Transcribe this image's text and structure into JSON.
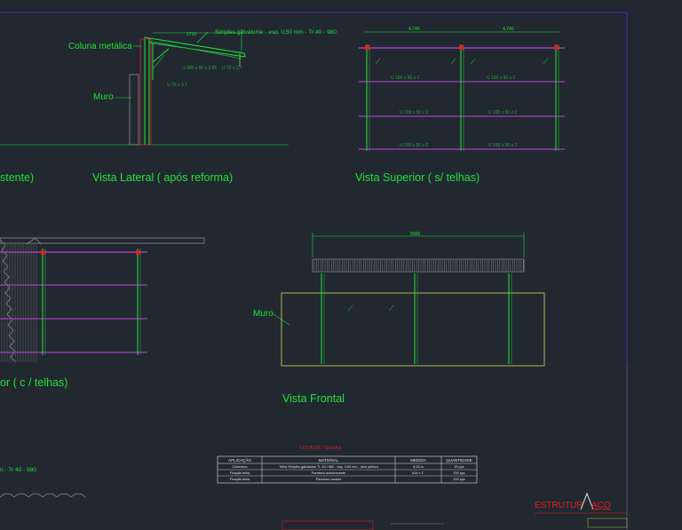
{
  "colors": {
    "background": "#212830",
    "primary_green": "#22e03a",
    "dim_green": "#1fa838",
    "magenta": "#a33dbd",
    "frame_purple": "#5a2ab0",
    "red": "#e02020",
    "white": "#e6e6e6",
    "gray": "#8a8a8a",
    "yellow": "#e6e64a",
    "blue_text": "#3a7be0"
  },
  "labels": {
    "coluna": "Coluna metálica",
    "muro_lateral": "Muro",
    "telha_spec": "Simples galvalume - esp. 0,50 mm - Tr 40 - 980",
    "vista_existente": "stente)",
    "vista_lateral": "Vista Lateral ( após reforma)",
    "vista_superior": "Vista Superior ( s/ telhas)",
    "vista_superior_c": "or ( c / telhas)",
    "muro_frontal": "Muro",
    "vista_frontal": "Vista Frontal",
    "left_spec": "n - Tr 40 - 980"
  },
  "dims": {
    "lateral_top": "1710",
    "lateral_beam": "U 300 x 50 x 2,65",
    "lateral_cw": "U 72 x 3,7",
    "lateral_col": "U 70 x 3,7",
    "superior_left": "4,740",
    "superior_right": "4,740",
    "superior_beam": "U 100 x 50 x 2",
    "frontal_width": "8006"
  },
  "table": {
    "title": "LISTA DE TELHAS",
    "headers": [
      "APLICAÇÃO",
      "MATERIAL",
      "MEDIDA",
      "QUANTIDADE"
    ],
    "rows": [
      [
        "Cobertura",
        "Telha Simples galvalume Tr. 40 / 980 - esp. 0,50 mm - sem pintura",
        "8,15 m",
        "15 pçs"
      ],
      [
        "Fixação telha",
        "Parafuso autobrocante",
        "#14 x 1\"",
        "250 pçs"
      ],
      [
        "Fixação telha",
        "Parafuso costura",
        "",
        "200 pçs"
      ]
    ]
  },
  "brand": {
    "logo": "ESTRUTUR",
    "logo_suffix": "AÇO"
  }
}
